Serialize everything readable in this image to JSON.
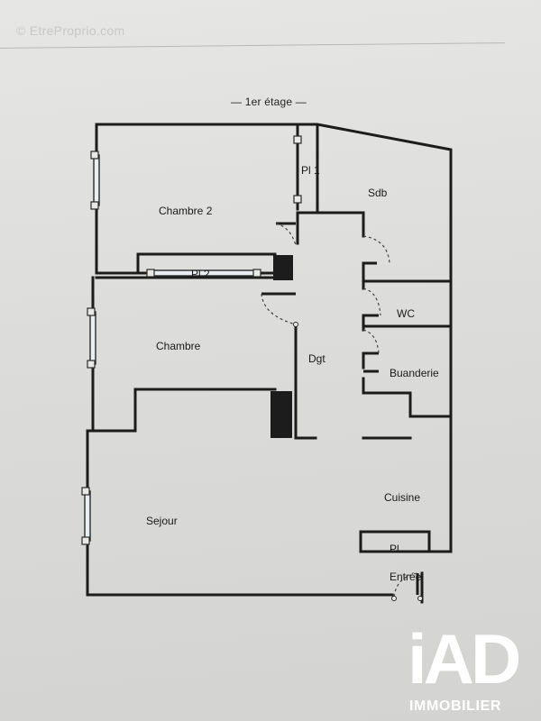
{
  "watermark": "© EtreProprio.com",
  "floor_label": "1er étage",
  "rooms": {
    "chambre2": "Chambre 2",
    "pl1": "Pl 1",
    "sdb": "Sdb",
    "pl2": "Pl 2",
    "wc": "WC",
    "chambre": "Chambre",
    "dgt": "Dgt",
    "buanderie": "Buanderie",
    "cuisine": "Cuisine",
    "sejour": "Sejour",
    "pl_cuisine": "Pl",
    "entree": "Entrée"
  },
  "logo": {
    "main": "iAD",
    "sub": "IMMOBILIER"
  },
  "colors": {
    "wall": "#1c1c1c",
    "window": "#e8eef2",
    "door_arc": "#444444"
  }
}
